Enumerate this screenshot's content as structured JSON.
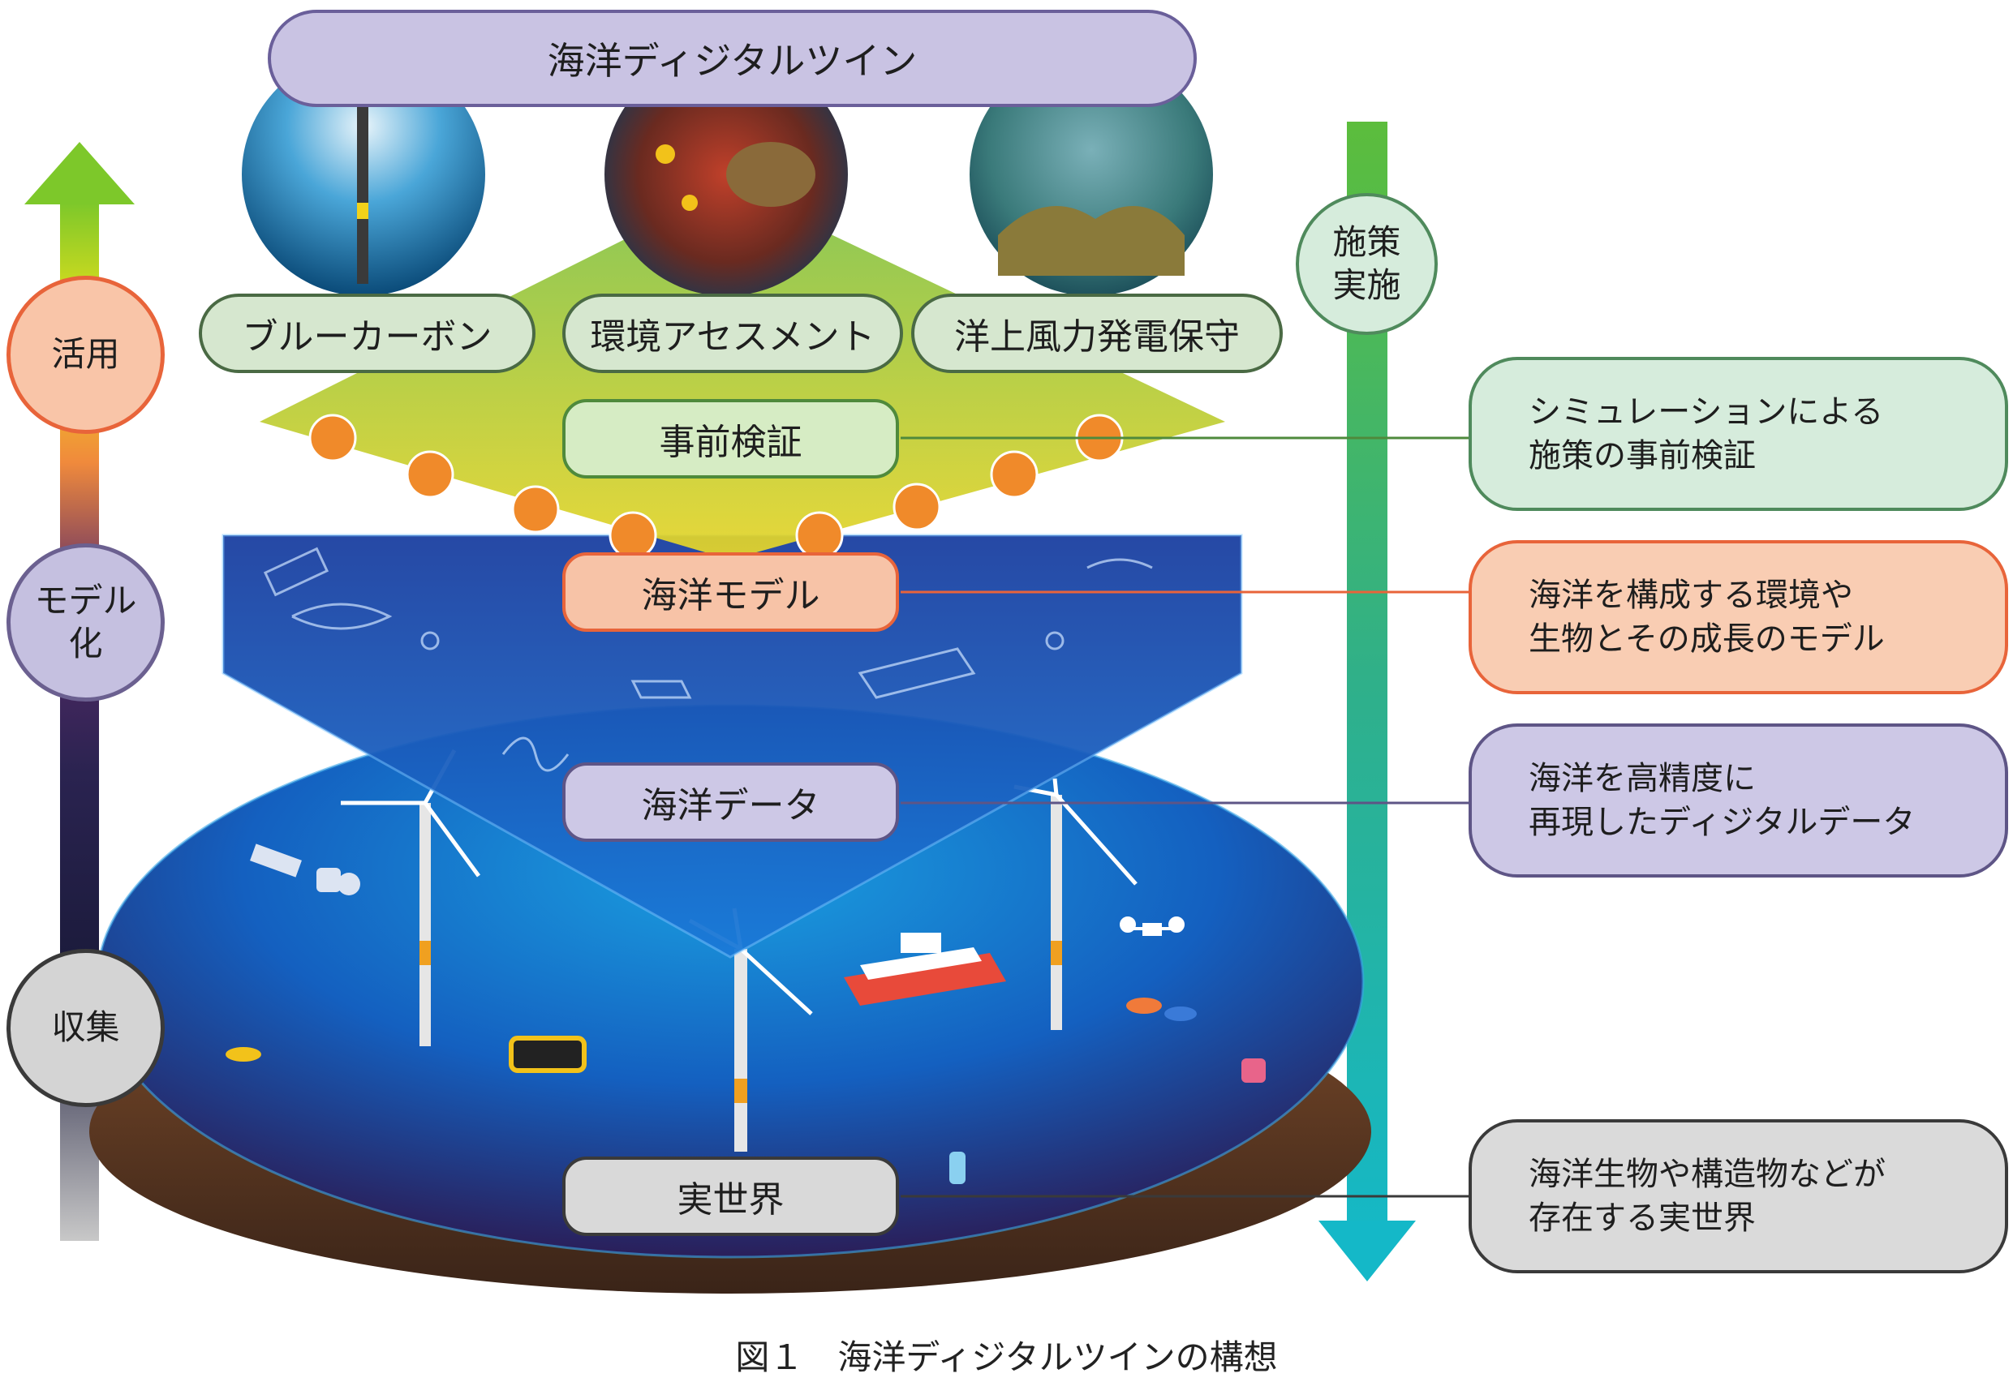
{
  "title": "海洋ディジタルツイン",
  "use_cases": [
    "ブルーカーボン",
    "環境アセスメント",
    "洋上風力発電保守"
  ],
  "left_axis": {
    "stages": [
      {
        "label": "活用",
        "color": "#f9c5a8",
        "border": "#e8643a"
      },
      {
        "label": "モデル\n化",
        "color": "#c5c0e0",
        "border": "#6b6090"
      },
      {
        "label": "収集",
        "color": "#d4d4d4",
        "border": "#3a3a3a"
      }
    ]
  },
  "right_axis": {
    "label": "施策\n実施"
  },
  "layers": [
    {
      "label": "事前検証",
      "description_line1": "シミュレーションによる",
      "description_line2": "施策の事前検証",
      "fill": "#d6ecc4",
      "border": "#4f8a3c"
    },
    {
      "label": "海洋モデル",
      "description_line1": "海洋を構成する環境や",
      "description_line2": "生物とその成長のモデル",
      "fill": "#f7c3a7",
      "border": "#e8643a"
    },
    {
      "label": "海洋データ",
      "description_line1": "海洋を高精度に",
      "description_line2": "再現したディジタルデータ",
      "fill": "#cdc8e6",
      "border": "#5e5586"
    },
    {
      "label": "実世界",
      "description_line1": "海洋生物や構造物などが",
      "description_line2": "存在する実世界",
      "fill": "#d9d9d9",
      "border": "#3a3a3a"
    }
  ],
  "caption": "図１　海洋ディジタルツインの構想"
}
